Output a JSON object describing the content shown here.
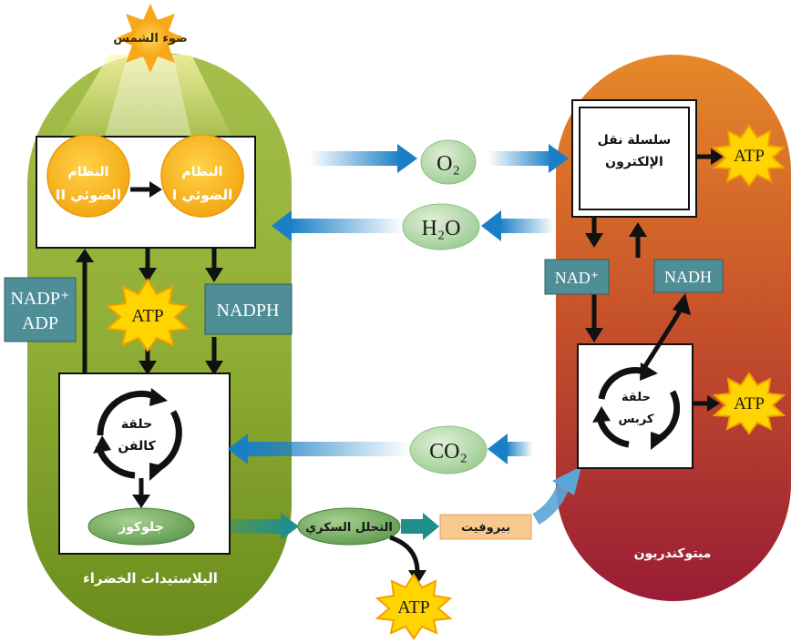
{
  "sunlight": "ضوء الشمس",
  "chloroplast": {
    "label": "البلاستيدات الخضراء",
    "ps2_line1": "النظام",
    "ps2_line2": "الضوئي II",
    "ps1_line1": "النظام",
    "ps1_line2": "الضوئي I",
    "nadp": "NADP⁺",
    "adp": "ADP",
    "atp": "ATP",
    "nadph": "NADPH",
    "calvin_line1": "حلقة",
    "calvin_line2": "كالفن",
    "glucose": "جلوكوز"
  },
  "middle": {
    "o2": "O₂",
    "h2o": "H₂O",
    "co2": "CO₂",
    "glycolysis": "التحلل السكري",
    "glycolysis_atp": "ATP",
    "pyruvate": "بيروفيت"
  },
  "mitochondrion": {
    "label": "ميتوكندريون",
    "etc_line1": "سلسلة نقل",
    "etc_line2": "الإلكترون",
    "etc_atp": "ATP",
    "nad": "NAD⁺",
    "nadh": "NADH",
    "krebs_line1": "حلقة",
    "krebs_line2": "كربس",
    "krebs_atp": "ATP"
  },
  "colors": {
    "chloroplast_top": "#9ab640",
    "chloroplast_bottom": "#6e8f1f",
    "mito_top": "#e07f1f",
    "mito_bottom": "#9e1f33",
    "photosystem": "#f8b51c",
    "teal_box": "#4d8f98",
    "arrow_blue": "#1b83c9",
    "arrow_teal": "#20918a",
    "molecule": "#a8d3a0",
    "glucose": "#6ea85d",
    "pyruvate": "#f7c58a",
    "burst": "#ffd400"
  }
}
